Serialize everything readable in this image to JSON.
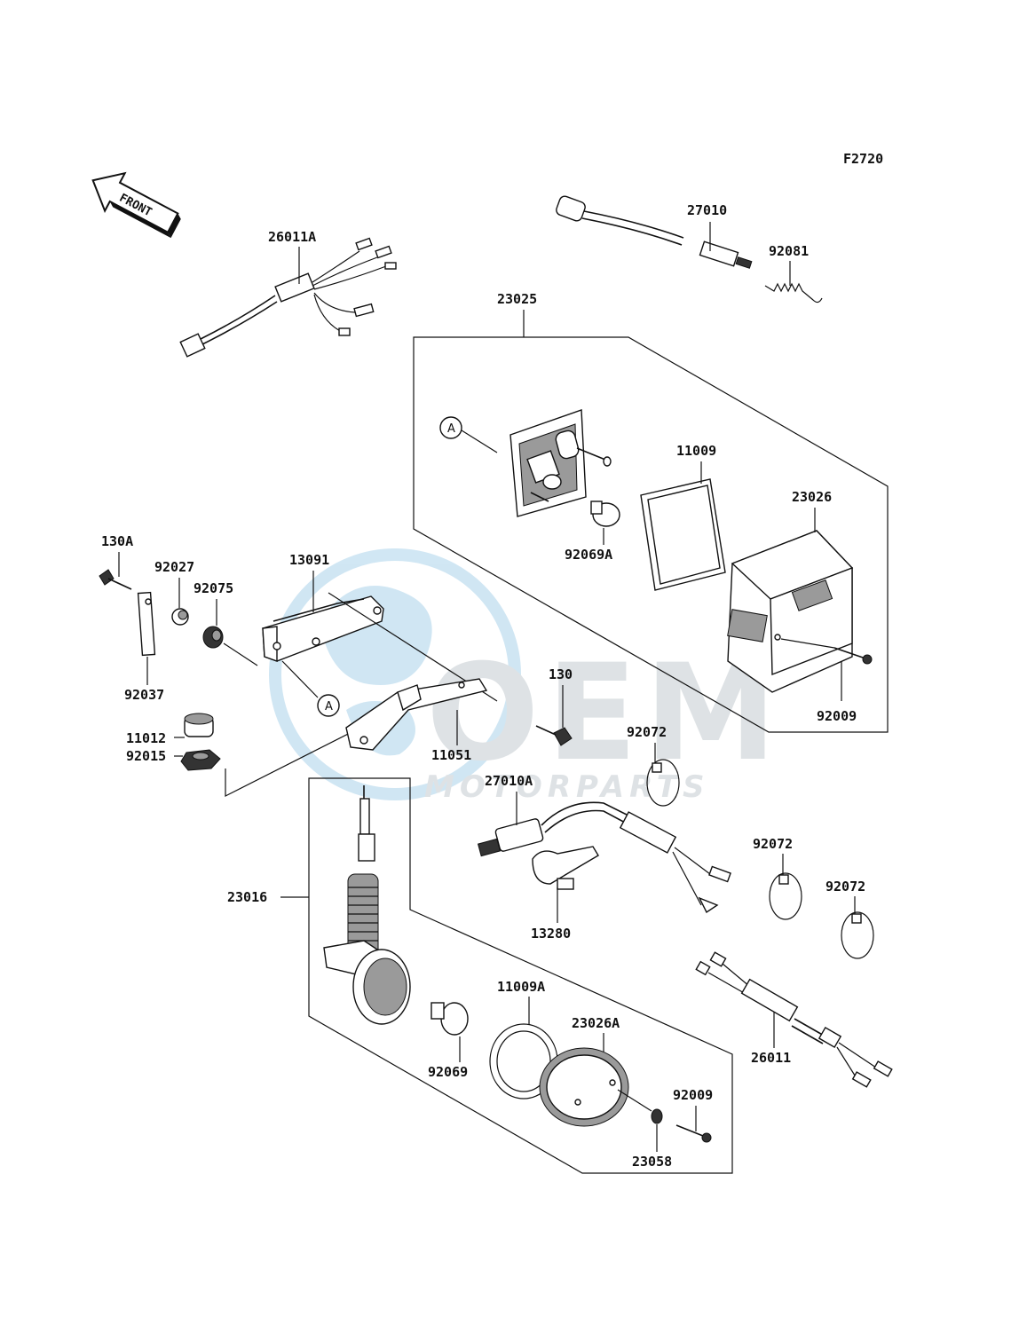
{
  "figure_code": "F2720",
  "front_label": "FRONT",
  "watermark": {
    "brand": "OEM",
    "tagline": "MOTORPARTS"
  },
  "ref_marker": "A",
  "parts": {
    "p26011A": "26011A",
    "p27010": "27010",
    "p92081": "92081",
    "p23025": "23025",
    "p11009": "11009",
    "p23026": "23026",
    "p92069A": "92069A",
    "p130A": "130A",
    "p92027": "92027",
    "p92075": "92075",
    "p13091": "13091",
    "p92037": "92037",
    "p11012": "11012",
    "p92015": "92015",
    "p130": "130",
    "p11051": "11051",
    "p92009a": "92009",
    "p92072a": "92072",
    "p27010A": "27010A",
    "p92072b": "92072",
    "p92072c": "92072",
    "p13280": "13280",
    "p23016": "23016",
    "p11009A": "11009A",
    "p23026A": "23026A",
    "p26011": "26011",
    "p92069": "92069",
    "p92009b": "92009",
    "p23058": "23058"
  }
}
